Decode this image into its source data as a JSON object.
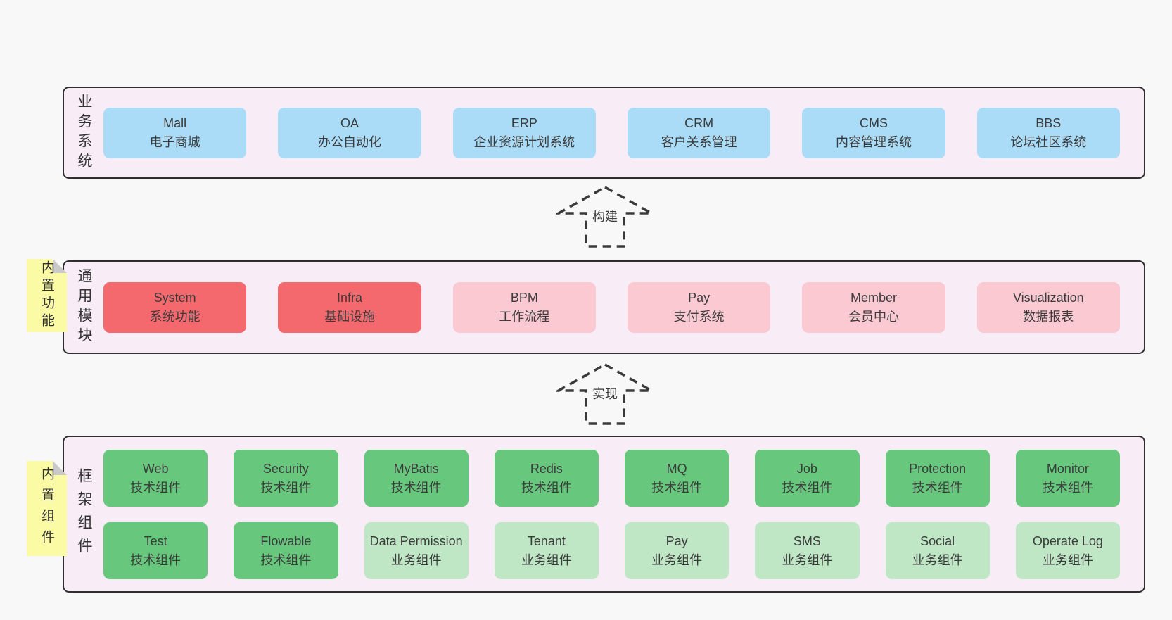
{
  "palette": {
    "page_bg": "#f8f8f8",
    "band_bg": "#f8edf7",
    "band_border": "#2f2f2f",
    "blue": "#abdcf7",
    "red": "#f4696e",
    "pink": "#fac9d2",
    "green": "#67c87d",
    "light_green": "#bfe7c6",
    "sticky_yellow": "#fbfba6",
    "sticky_fold_gray": "#c9c9c9",
    "text": "#3b3b3b"
  },
  "bands": [
    {
      "label": "业务系统",
      "boxes": [
        {
          "en": "Mall",
          "zh": "电子商城"
        },
        {
          "en": "OA",
          "zh": "办公自动化"
        },
        {
          "en": "ERP",
          "zh": "企业资源计划系统"
        },
        {
          "en": "CRM",
          "zh": "客户关系管理"
        },
        {
          "en": "CMS",
          "zh": "内容管理系统"
        },
        {
          "en": "BBS",
          "zh": "论坛社区系统"
        }
      ]
    },
    {
      "label": "通用模块",
      "sticky": "内置功能",
      "boxes": [
        {
          "en": "System",
          "zh": "系统功能"
        },
        {
          "en": "Infra",
          "zh": "基础设施"
        },
        {
          "en": "BPM",
          "zh": "工作流程"
        },
        {
          "en": "Pay",
          "zh": "支付系统"
        },
        {
          "en": "Member",
          "zh": "会员中心"
        },
        {
          "en": "Visualization",
          "zh": "数据报表"
        }
      ]
    },
    {
      "label": "框架组件",
      "sticky": "内置组件",
      "rows": [
        [
          {
            "en": "Web",
            "zh": "技术组件"
          },
          {
            "en": "Security",
            "zh": "技术组件"
          },
          {
            "en": "MyBatis",
            "zh": "技术组件"
          },
          {
            "en": "Redis",
            "zh": "技术组件"
          },
          {
            "en": "MQ",
            "zh": "技术组件"
          },
          {
            "en": "Job",
            "zh": "技术组件"
          },
          {
            "en": "Protection",
            "zh": "技术组件"
          },
          {
            "en": "Monitor",
            "zh": "技术组件"
          }
        ],
        [
          {
            "en": "Test",
            "zh": "技术组件"
          },
          {
            "en": "Flowable",
            "zh": "技术组件"
          },
          {
            "en": "Data Permission",
            "zh": "业务组件"
          },
          {
            "en": "Tenant",
            "zh": "业务组件"
          },
          {
            "en": "Pay",
            "zh": "业务组件"
          },
          {
            "en": "SMS",
            "zh": "业务组件"
          },
          {
            "en": "Social",
            "zh": "业务组件"
          },
          {
            "en": "Operate Log",
            "zh": "业务组件"
          }
        ]
      ]
    }
  ],
  "arrows": [
    {
      "label": "构建"
    },
    {
      "label": "实现"
    }
  ]
}
